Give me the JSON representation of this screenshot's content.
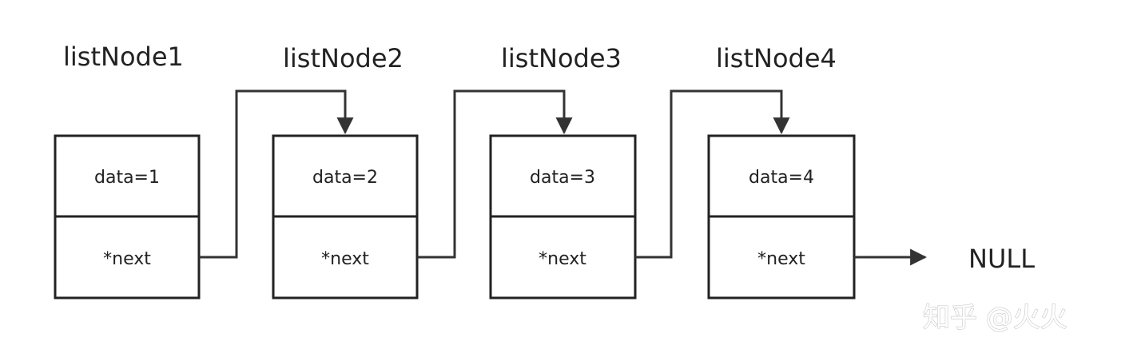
{
  "diagram": {
    "nodes": [
      {
        "label": "listNode1",
        "data": "data=1",
        "next": "*next"
      },
      {
        "label": "listNode2",
        "data": "data=2",
        "next": "*next"
      },
      {
        "label": "listNode3",
        "data": "data=3",
        "next": "*next"
      },
      {
        "label": "listNode4",
        "data": "data=4",
        "next": "*next"
      }
    ],
    "terminal": "NULL",
    "watermark": "知乎 @火火"
  }
}
